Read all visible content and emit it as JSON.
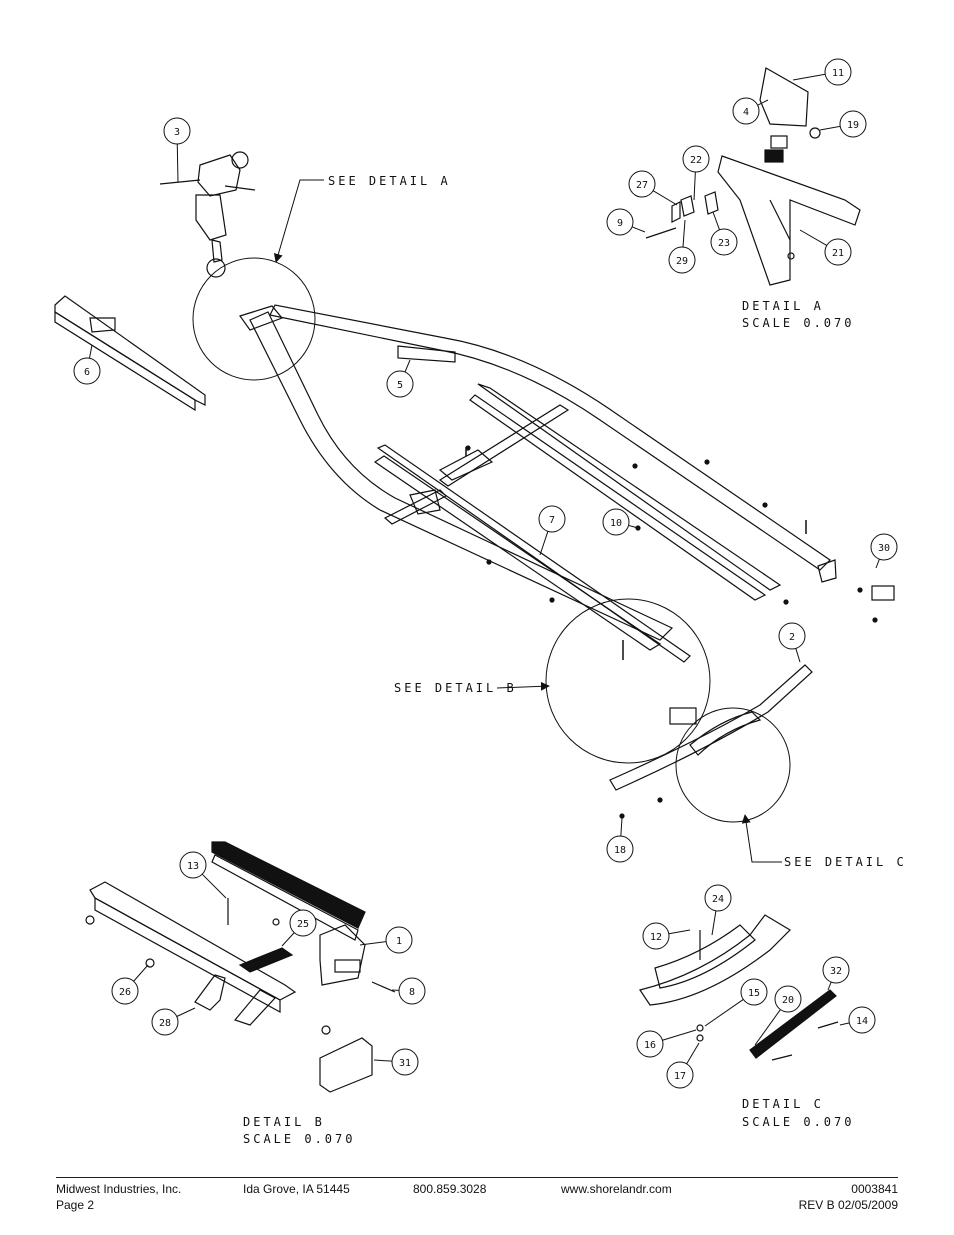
{
  "labels": {
    "detail_a_callout": "SEE DETAIL A",
    "detail_b_callout": "SEE DETAIL B",
    "detail_c_callout": "SEE DETAIL C",
    "detail_a_title": "DETAIL A",
    "detail_a_scale": "SCALE 0.070",
    "detail_b_title": "DETAIL B",
    "detail_b_scale": "SCALE 0.070",
    "detail_c_title": "DETAIL C",
    "detail_c_scale": "SCALE 0.070"
  },
  "part_numbers": [
    "1",
    "2",
    "3",
    "4",
    "5",
    "6",
    "7",
    "8",
    "9",
    "10",
    "11",
    "12",
    "13",
    "14",
    "15",
    "16",
    "17",
    "18",
    "19",
    "20",
    "21",
    "22",
    "23",
    "24",
    "25",
    "26",
    "27",
    "28",
    "29",
    "30",
    "31",
    "32"
  ],
  "footer": {
    "company": "Midwest Industries, Inc.",
    "page": "Page 2",
    "location": "Ida Grove, IA 51445",
    "phone": "800.859.3028",
    "website": "www.shorelandr.com",
    "doc_number": "0003841",
    "revision": "REV B   02/05/2009"
  }
}
